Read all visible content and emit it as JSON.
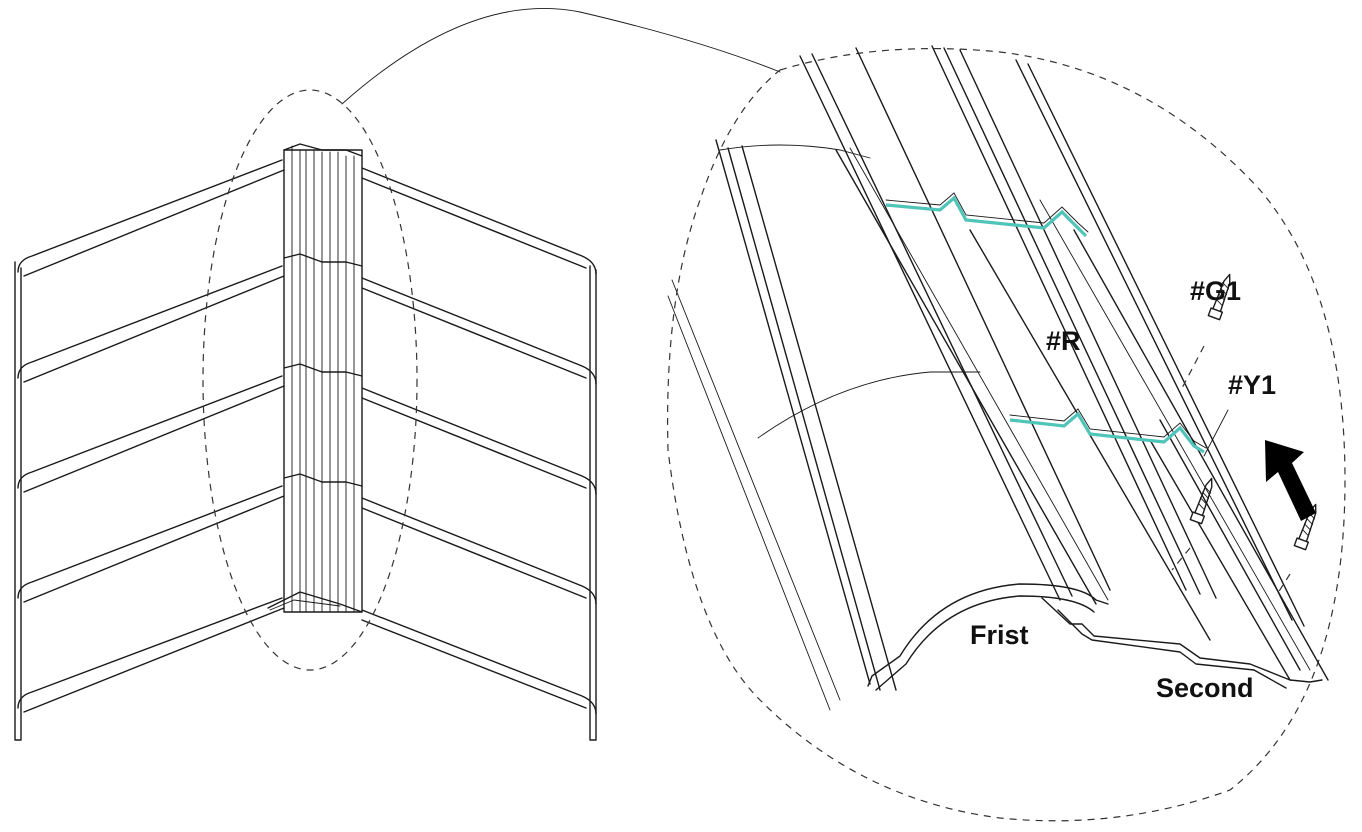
{
  "labels": {
    "part_r": "#R",
    "part_g1": "#G1",
    "part_y1": "#Y1",
    "first_panel": "Frist",
    "second_panel": "Second"
  },
  "colors": {
    "line": "#1a1a1a",
    "seal_tape": "#4fc4b8",
    "arrow": "#000000"
  },
  "icons": {
    "direction": "arrow-up-left-icon",
    "screw": "self-drilling-screw-icon"
  }
}
